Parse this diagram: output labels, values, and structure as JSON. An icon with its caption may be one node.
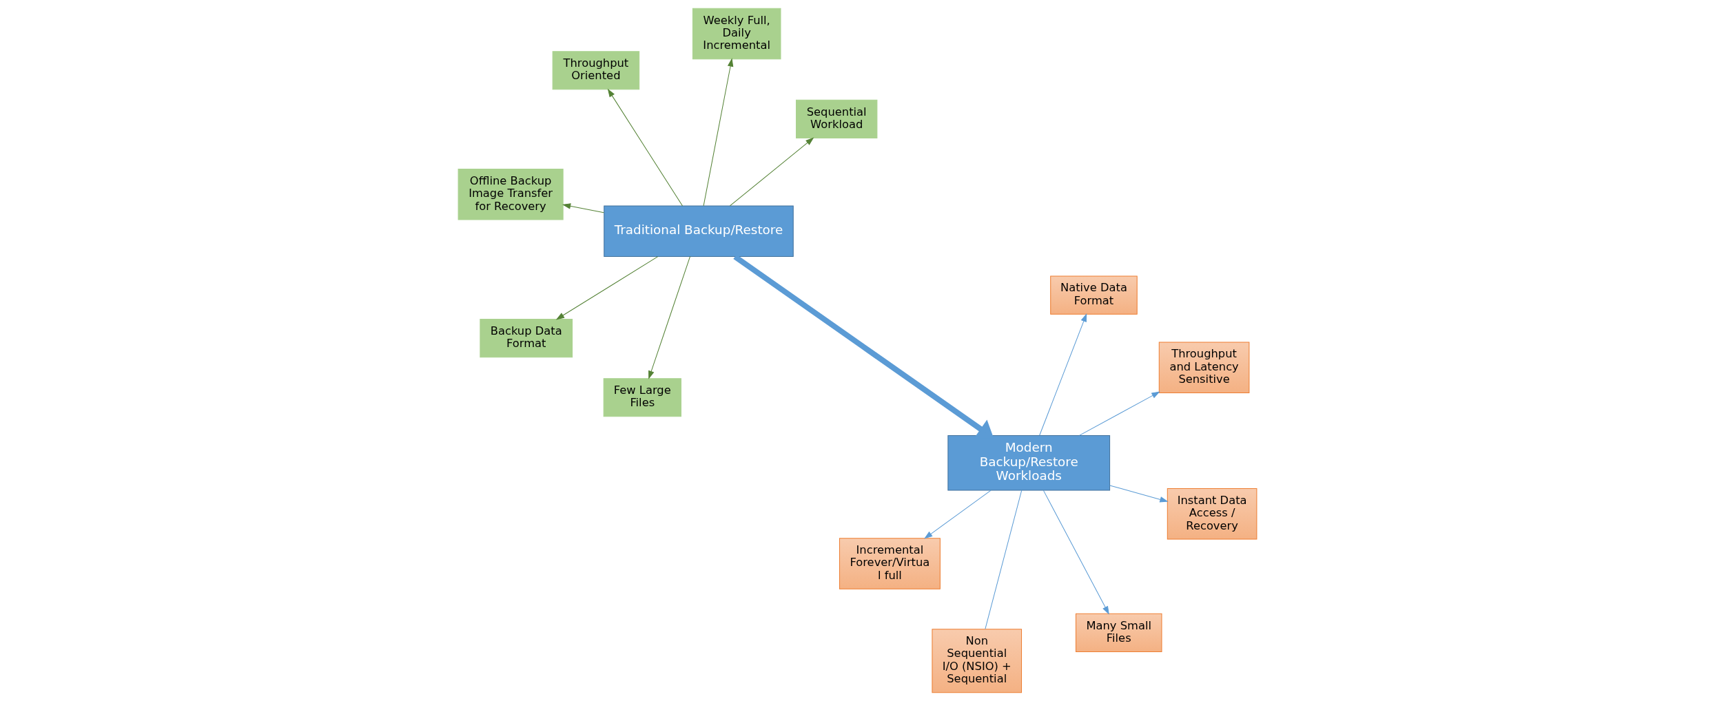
{
  "diagram": {
    "nodes": [
      {
        "text": [
          "Offline Backup Image Transfer for Recovery"
        ]
      },
      {
        "text": [
          "Sequential Workload"
        ]
      },
      {
        "text": [
          "Few Large Files"
        ]
      },
      {
        "text": [
          "Traditional Backup/Restore"
        ]
      },
      {
        "text": [
          "Weekly Full, Daily Incremental"
        ]
      },
      {
        "text": [
          "Throughput Oriented"
        ]
      },
      {
        "text": [
          "Backup Data Format"
        ]
      },
      {
        "text": [
          "Instant Data Access / Recovery"
        ]
      },
      {
        "text": [
          "Non Sequential I/O (NSIO) + Sequential"
        ]
      },
      {
        "text": [
          "Many Small Files"
        ]
      },
      {
        "text": [
          "Modern Backup/Restore Workloads"
        ]
      },
      {
        "text": [
          "Incremental Forever/Virtua l full"
        ]
      },
      {
        "text": [
          "Throughput and Latency Sensitive"
        ]
      },
      {
        "text": [
          "Native Data Format"
        ]
      }
    ],
    "edges": [
      {
        "from": 3,
        "to": 0,
        "arrow": "to",
        "color": "#548235"
      },
      {
        "from": 3,
        "to": 1,
        "arrow": "to",
        "color": "#548235"
      },
      {
        "from": 3,
        "to": 2,
        "arrow": "to",
        "color": "#548235"
      },
      {
        "from": 3,
        "to": 4,
        "arrow": "to",
        "color": "#548235"
      },
      {
        "from": 3,
        "to": 5,
        "arrow": "to",
        "color": "#548235"
      },
      {
        "from": 3,
        "to": 6,
        "arrow": "to",
        "color": "#548235"
      },
      {
        "from": 3,
        "to": 10,
        "arrow": "to",
        "style": "thick",
        "color": "#5b9bd5"
      },
      {
        "from": 10,
        "to": 7,
        "arrow": "to",
        "color": "#5b9bd5"
      },
      {
        "from": 10,
        "to": 8,
        "arrow": "none",
        "color": "#5b9bd5"
      },
      {
        "from": 10,
        "to": 9,
        "arrow": "to",
        "color": "#5b9bd5"
      },
      {
        "from": 10,
        "to": 11,
        "arrow": "to",
        "color": "#5b9bd5"
      },
      {
        "from": 10,
        "to": 12,
        "arrow": "to",
        "color": "#5b9bd5"
      },
      {
        "from": 10,
        "to": 13,
        "arrow": "to",
        "color": "#5b9bd5"
      }
    ]
  }
}
